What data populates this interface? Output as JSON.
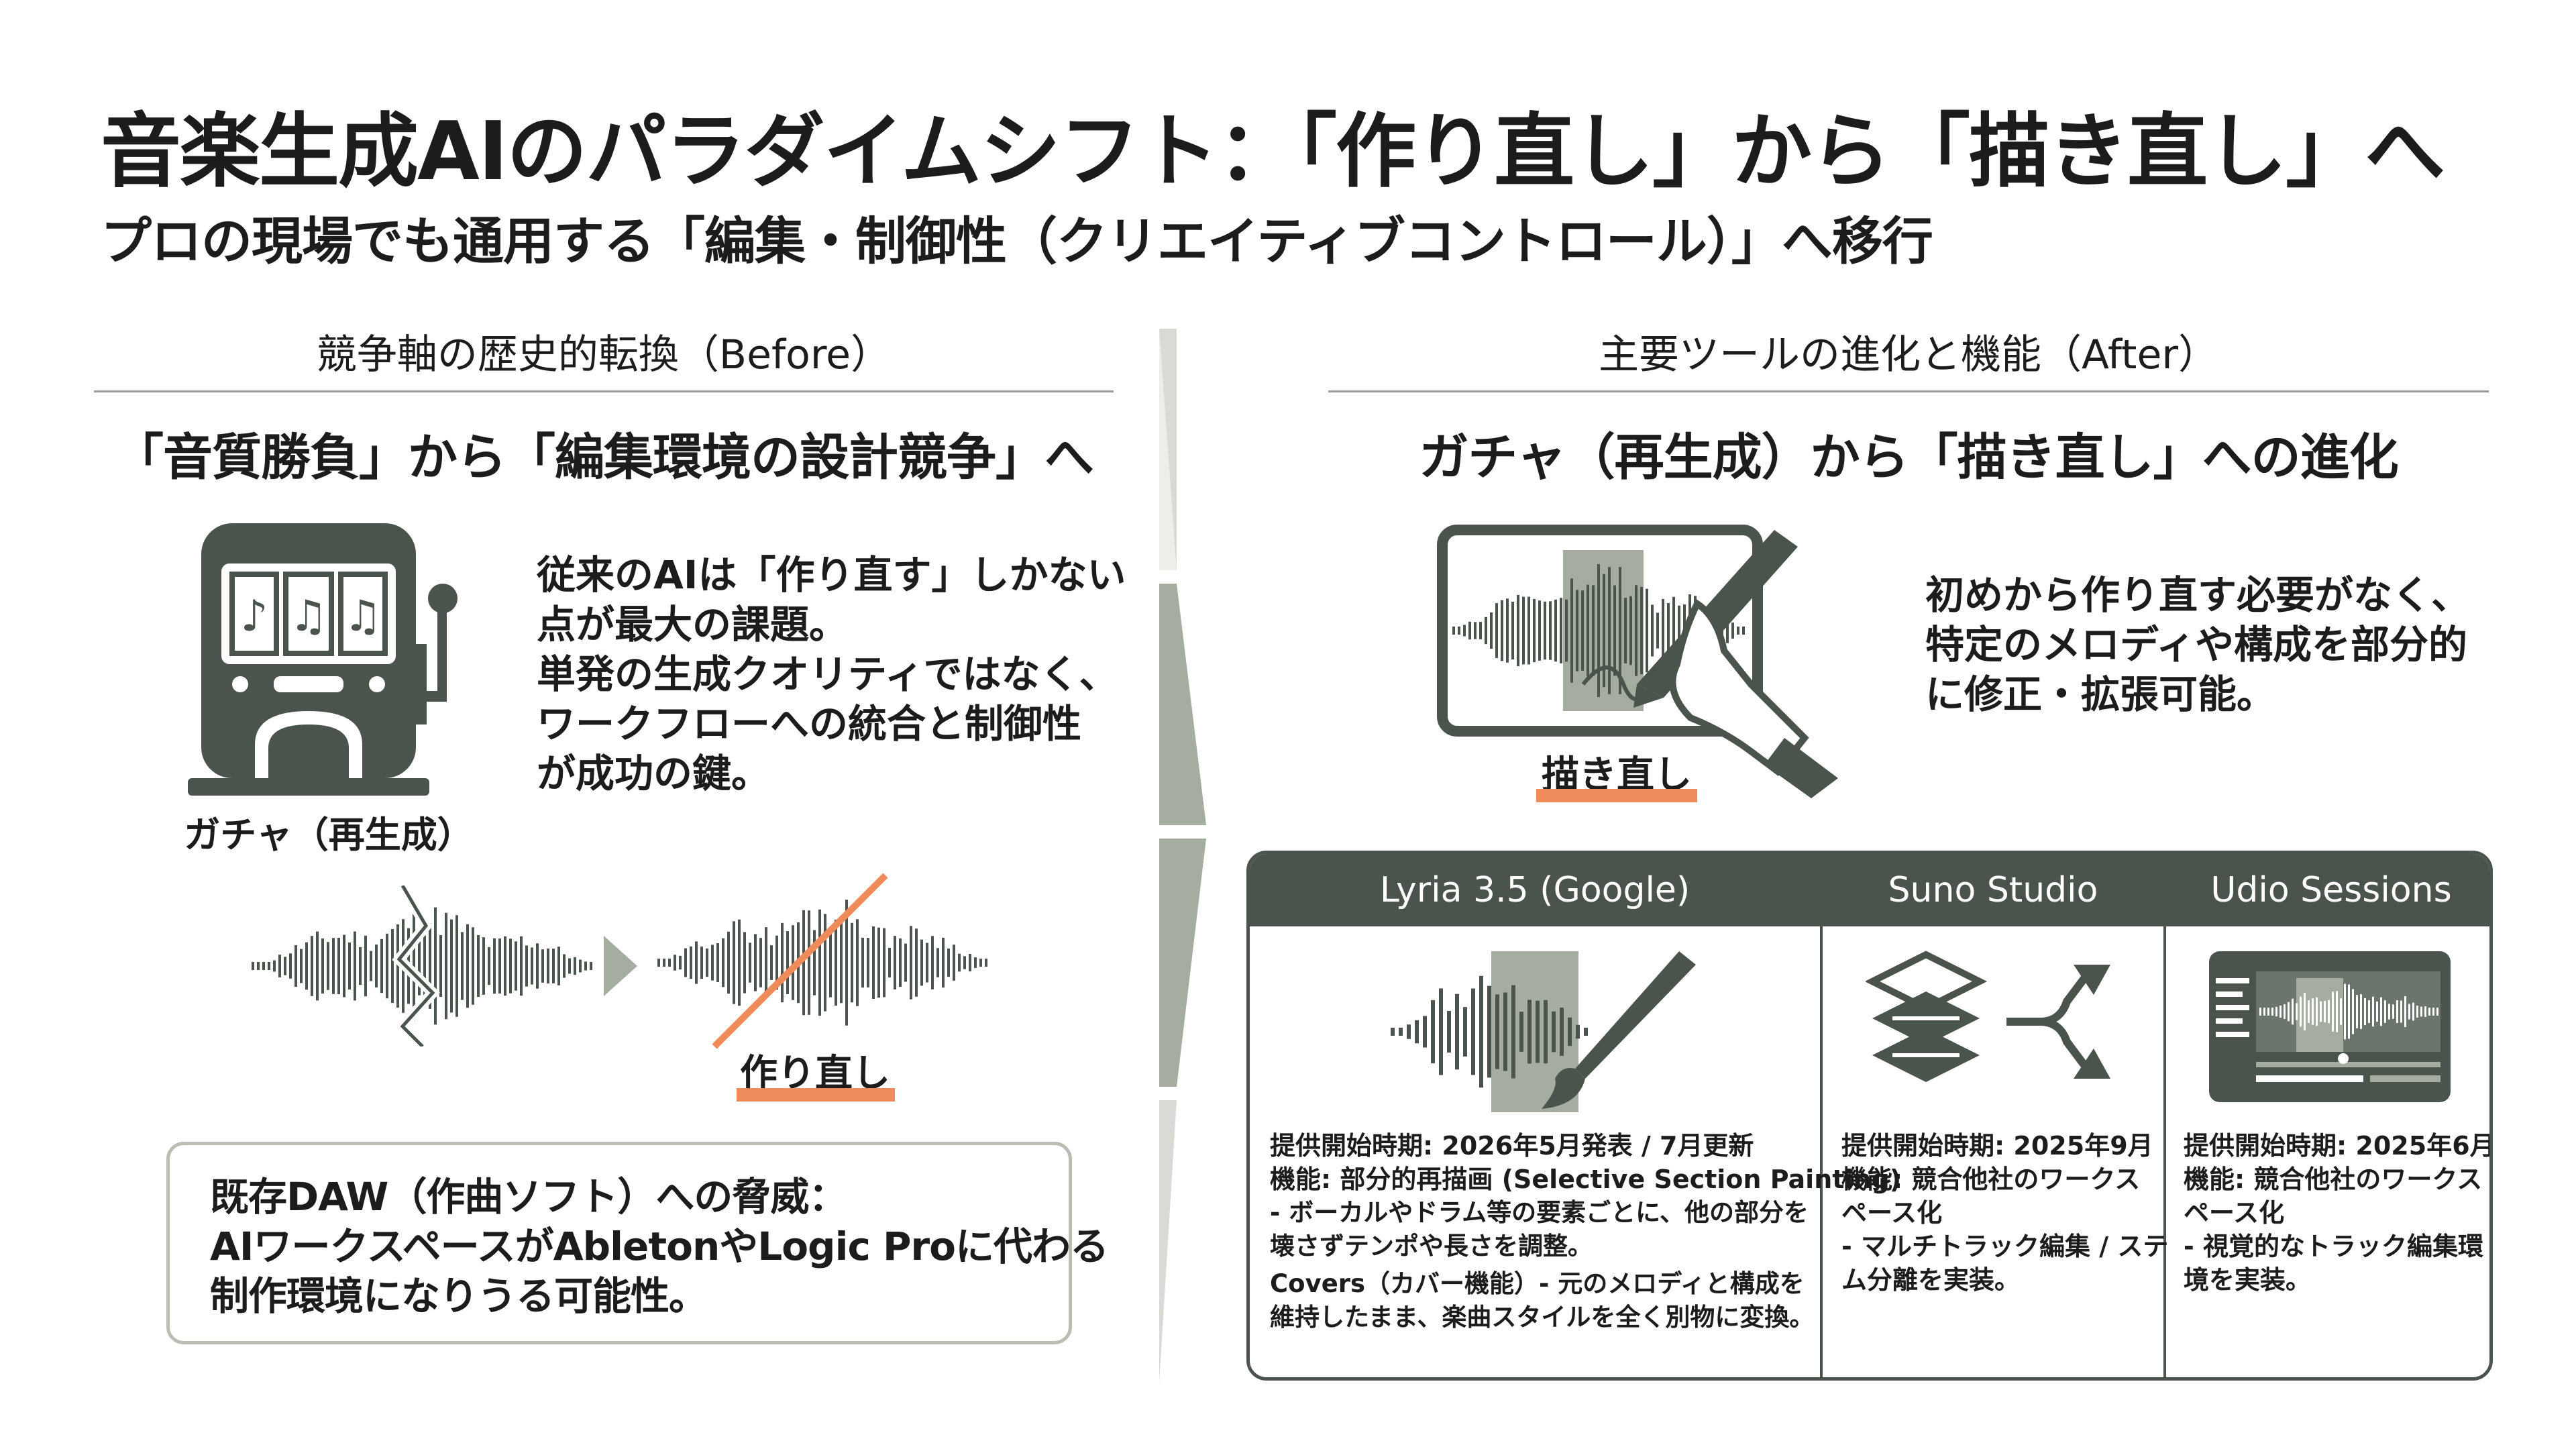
{
  "title": "音楽生成AIのパラダイムシフト：「作り直し」から「描き直し」へ",
  "subtitle": "プロの現場でも通用する「編集・制御性（クリエイティブコントロール）」へ移行",
  "left": {
    "section_title": "競争軸の歴史的転換（Before）",
    "heading": "「音質勝負」から「編集環境の設計競争」へ",
    "description_lines": [
      "従来のAIは「作り直す」しかない",
      "点が最大の課題。",
      "単発の生成クオリティではなく、",
      "ワークフローへの統合と制御性",
      "が成功の鍵。"
    ],
    "slot_label": "ガチャ（再生成）",
    "redo_label": "作り直し",
    "threat_lines": [
      "既存DAW（作曲ソフト）への脅威：",
      "AIワークスペースがAbletonやLogic Proに代わる",
      "制作環境になりうる可能性。"
    ]
  },
  "right": {
    "section_title": "主要ツールの進化と機能（After）",
    "heading": "ガチャ（再生成）から「描き直し」への進化",
    "description_lines": [
      "初めから作り直す必要がなく、",
      "特定のメロディや構成を部分的",
      "に修正・拡張可能。"
    ],
    "redraw_label": "描き直し"
  },
  "tools": [
    {
      "name": "Lyria 3.5 (Google)",
      "lines": [
        "提供開始時期: 2026年5月発表 / 7月更新",
        "機能: 部分的再描画 (Selective Section Painting)",
        "- ボーカルやドラム等の要素ごとに、他の部分を",
        "壊さずテンポや長さを調整。",
        "Covers（カバー機能）- 元のメロディと構成を",
        "維持したまま、楽曲スタイルを全く別物に変換。"
      ]
    },
    {
      "name": "Suno Studio",
      "lines": [
        "提供開始時期: 2025年9月",
        "機能: 競合他社のワークス",
        "ペース化",
        "- マルチトラック編集 / ステ",
        "ム分離を実装。"
      ]
    },
    {
      "name": "Udio Sessions",
      "lines": [
        "提供開始時期: 2025年6月",
        "機能: 競合他社のワークス",
        "ペース化",
        "- 視覚的なトラック編集環",
        "境を実装。"
      ]
    }
  ],
  "colors": {
    "dark": "#4b544c",
    "sage": "#a4ad9f",
    "accent": "#ef8a5a",
    "border": "#b9beb5"
  }
}
